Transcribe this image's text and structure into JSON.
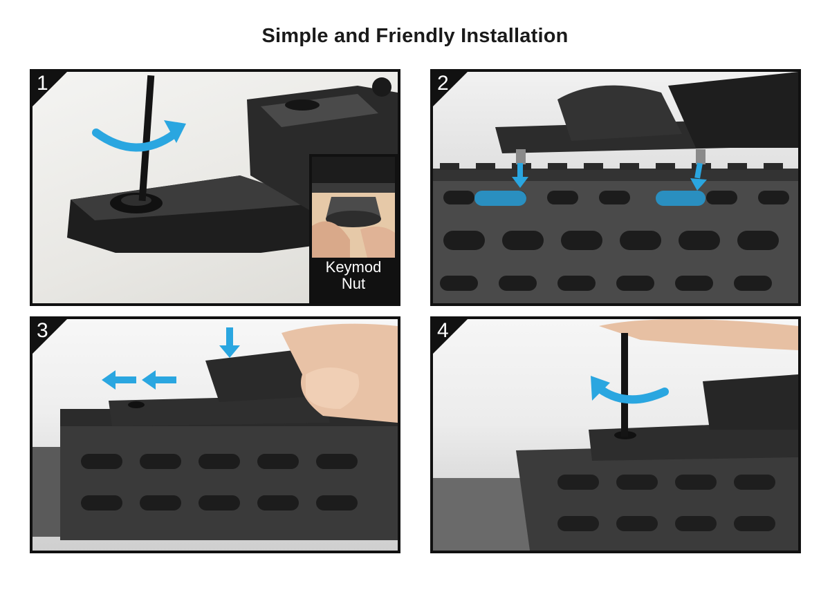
{
  "page": {
    "title": "Simple and Friendly Installation"
  },
  "steps": [
    {
      "number": "1",
      "inset_caption": [
        "Keymod",
        "Nut"
      ]
    },
    {
      "number": "2"
    },
    {
      "number": "3"
    },
    {
      "number": "4"
    }
  ],
  "colors": {
    "arrow": "#2aa6e0",
    "frame": "#111111",
    "metal": "#2b2b2b",
    "rail": "#3a3a3a"
  },
  "icons": [
    "curved-arrow-icon",
    "down-arrow-icon",
    "left-arrow-icon"
  ]
}
